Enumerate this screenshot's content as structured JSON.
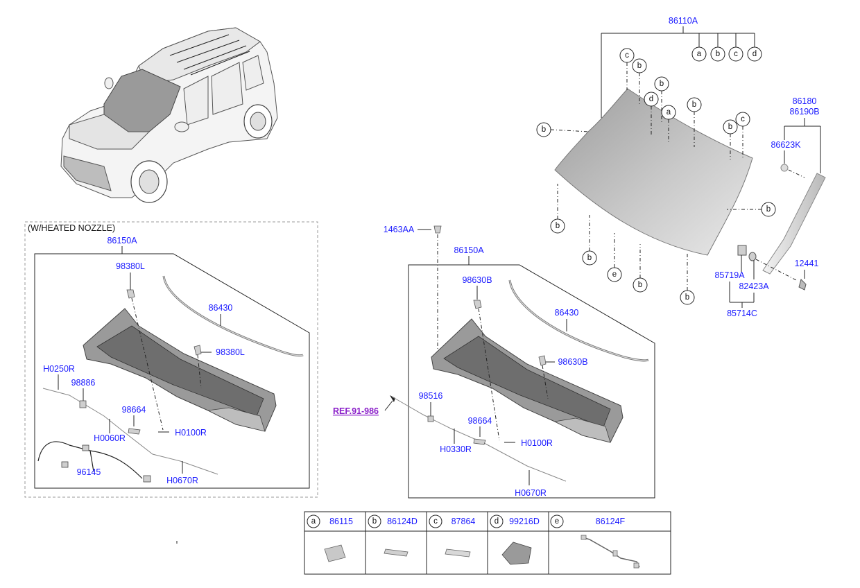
{
  "diagram": {
    "parts": {
      "p86110A": "86110A",
      "p86180": "86180",
      "p86190B": "86190B",
      "p86623K": "86623K",
      "p12441": "12441",
      "p85719A": "85719A",
      "p82423A": "82423A",
      "p85714C": "85714C",
      "p1463AA": "1463AA",
      "p86150A_left": "86150A",
      "p86150A_right": "86150A",
      "p98380L_top": "98380L",
      "p98380L_mid": "98380L",
      "p86430_left": "86430",
      "p86430_right": "86430",
      "pH0250R": "H0250R",
      "p98886": "98886",
      "p98664_left": "98664",
      "p98664_right": "98664",
      "pH0060R": "H0060R",
      "pH0100R_left": "H0100R",
      "pH0100R_right": "H0100R",
      "p96145": "96145",
      "pH0670R_left": "H0670R",
      "pH0670R_right": "H0670R",
      "p98630B_top": "98630B",
      "p98630B_mid": "98630B",
      "p98516": "98516",
      "pH0330R": "H0330R"
    },
    "heated_nozzle_label": "(W/HEATED NOZZLE)",
    "reference": "REF.91-986",
    "windshield_callouts": [
      "a",
      "b",
      "c",
      "d"
    ],
    "legend": [
      {
        "letter": "a",
        "part": "86115"
      },
      {
        "letter": "b",
        "part": "86124D"
      },
      {
        "letter": "c",
        "part": "87864"
      },
      {
        "letter": "d",
        "part": "99216D"
      },
      {
        "letter": "e",
        "part": "86124F"
      }
    ]
  }
}
